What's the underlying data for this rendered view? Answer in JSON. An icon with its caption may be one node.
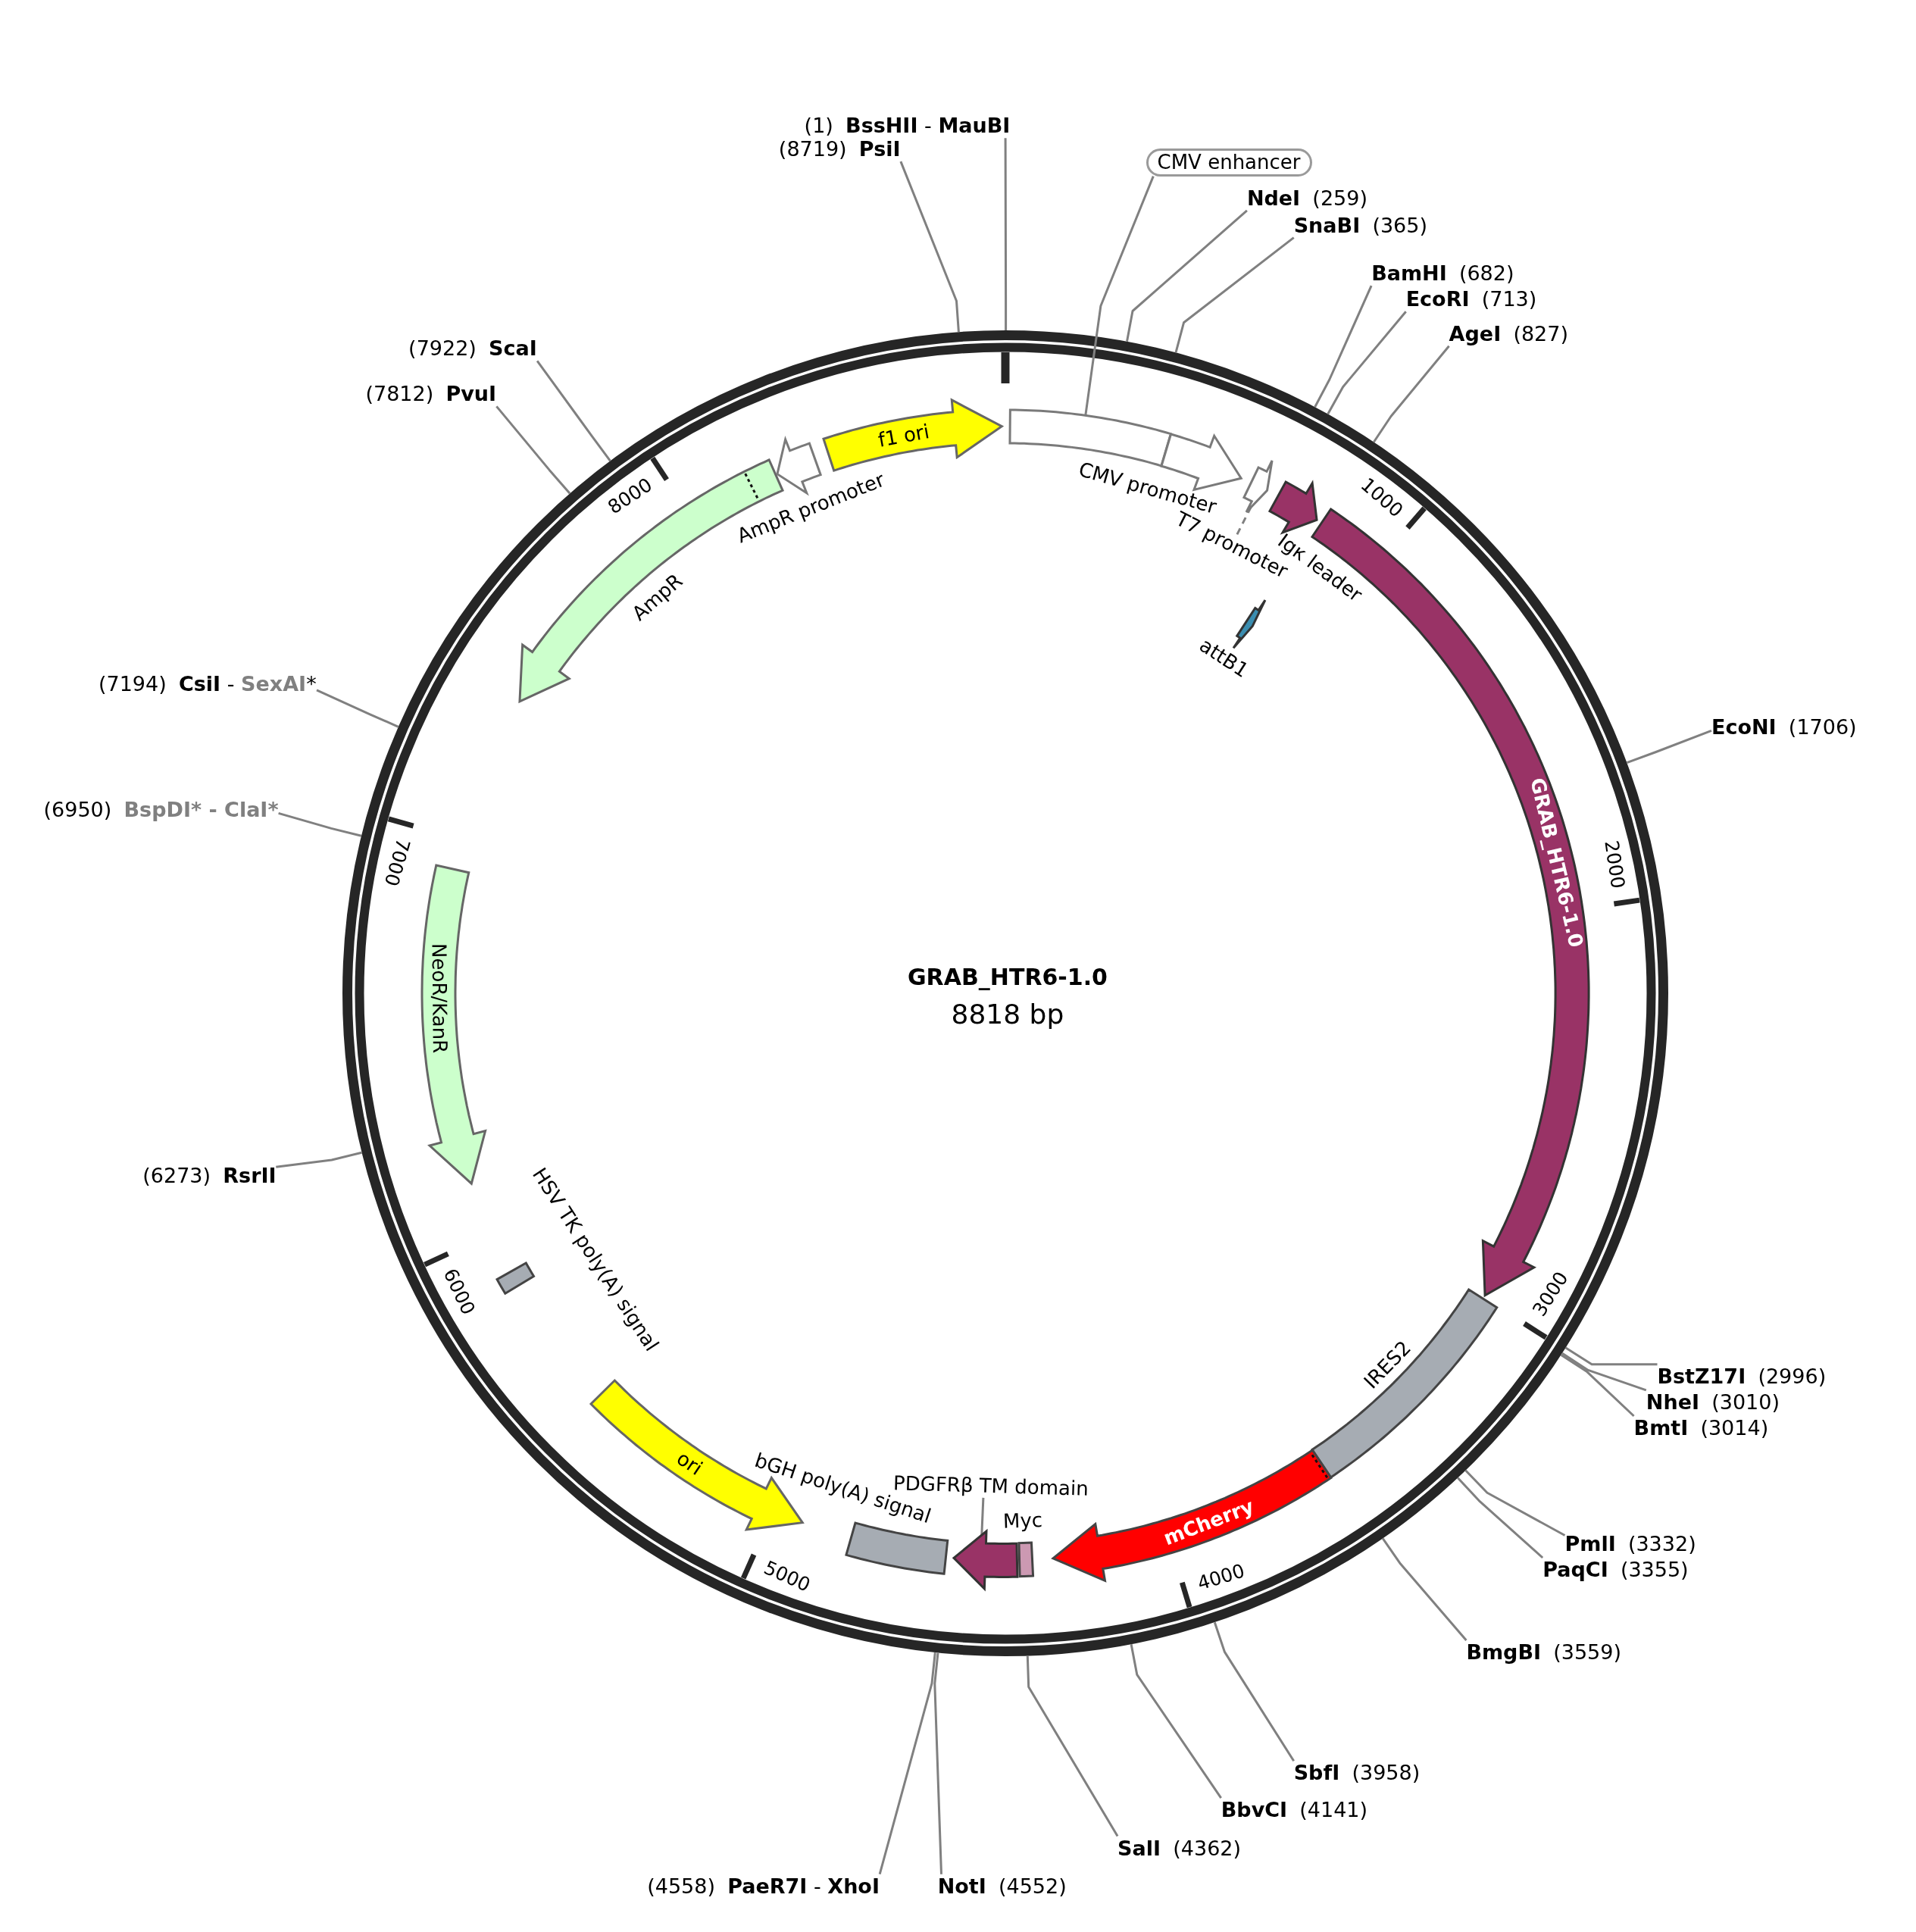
{
  "diagram": {
    "title": "GRAB_HTR6-1.0",
    "nodes": [
      {
        "text": [
          "(1)",
          "**BssHII** - **MauBI**"
        ]
      },
      {
        "text": [
          "CMV enhancer"
        ]
      },
      {
        "text": [
          "NdeI",
          "(259)"
        ]
      },
      {
        "text": [
          "SnaBI",
          "(365)"
        ]
      },
      {
        "text": [
          "BamHI",
          "(682)"
        ]
      },
      {
        "text": [
          "EcoRI",
          "(713)"
        ]
      },
      {
        "text": [
          "AgeI",
          "(827)"
        ]
      },
      {
        "text": [
          "EcoNI",
          "(1706)"
        ]
      },
      {
        "text": [
          "BstZ17I",
          "(2996)"
        ]
      },
      {
        "text": [
          "NheI",
          "(3010)"
        ]
      },
      {
        "text": [
          "BmtI",
          "(3014)"
        ]
      },
      {
        "text": [
          "PmlI",
          "(3332)"
        ]
      },
      {
        "text": [
          "PaqCI",
          "(3355)"
        ]
      },
      {
        "text": [
          "BmgBI",
          "(3559)"
        ]
      },
      {
        "text": [
          "SbfI",
          "(3958)"
        ]
      },
      {
        "text": [
          "BbvCI",
          "(4141)"
        ]
      },
      {
        "text": [
          "SalI",
          "(4362)"
        ]
      },
      {
        "text": [
          "NotI",
          "(4552)"
        ]
      },
      {
        "text": [
          "(4558)",
          "**PaeR7I** - **XhoI**"
        ]
      },
      {
        "text": [
          "(6273)",
          "RsrII"
        ]
      },
      {
        "text": [
          "(6950)",
          "BspDI* - ClaI*"
        ]
      },
      {
        "text": [
          "(7194)",
          "**CsiI** - **SexAI***"
        ]
      },
      {
        "text": [
          "(7812)",
          "PvuI"
        ]
      },
      {
        "text": [
          "(7922)",
          "ScaI"
        ]
      },
      {
        "text": [
          "(8719)",
          "PsiI"
        ]
      },
      {
        "text": [
          "T7 promoter"
        ]
      },
      {
        "text": [
          "PDGFRβ TM domain"
        ]
      },
      {
        "text": [],
        "shape": "bar"
      },
      {
        "text": [],
        "shape": "arrow",
        "beside": [
          "CMV promoter"
        ]
      },
      {
        "text": [],
        "shape": "arrow"
      },
      {
        "text": [],
        "shape": "arrow",
        "beside": [
          "Igκ leader"
        ]
      },
      {
        "text": [],
        "shape": "arrow",
        "beside": [
          "attB1"
        ]
      },
      {
        "text": [
          "GRAB_HTR6-1.0"
        ]
      },
      {
        "text": [],
        "shape": "bar",
        "beside": [
          "IRES2"
        ]
      },
      {
        "text": [
          "mCherry"
        ]
      },
      {
        "text": [],
        "shape": "bar",
        "beside": [
          "Myc"
        ]
      },
      {
        "text": [],
        "shape": "arrow"
      },
      {
        "text": [],
        "shape": "bar",
        "beside": [
          "bGH poly(A) signal"
        ]
      },
      {
        "text": [
          "ori"
        ]
      },
      {
        "text": [],
        "shape": "bar",
        "beside": [
          "HSV TK poly(A) signal"
        ]
      },
      {
        "text": [
          "NeoR/KanR"
        ]
      },
      {
        "text": [],
        "shape": "arrow",
        "beside": [
          "AmpR"
        ]
      },
      {
        "text": [],
        "shape": "arrow",
        "beside": [
          "AmpR promoter"
        ]
      },
      {
        "text": [
          "f1 ori"
        ]
      }
    ],
    "edges": [
      {
        "from": 0,
        "to": null,
        "arrow": "none"
      },
      {
        "from": 1,
        "to": 27,
        "arrow": "none"
      },
      {
        "from": 2,
        "to": null,
        "arrow": "none"
      },
      {
        "from": 3,
        "to": null,
        "arrow": "none"
      },
      {
        "from": 4,
        "to": null,
        "arrow": "none"
      },
      {
        "from": 5,
        "to": null,
        "arrow": "none"
      },
      {
        "from": 6,
        "to": null,
        "arrow": "none"
      },
      {
        "from": 7,
        "to": null,
        "arrow": "none"
      },
      {
        "from": 8,
        "to": null,
        "arrow": "none"
      },
      {
        "from": 9,
        "to": null,
        "arrow": "none"
      },
      {
        "from": 10,
        "to": null,
        "arrow": "none"
      },
      {
        "from": 11,
        "to": null,
        "arrow": "none"
      },
      {
        "from": 12,
        "to": null,
        "arrow": "none"
      },
      {
        "from": 13,
        "to": null,
        "arrow": "none"
      },
      {
        "from": 14,
        "to": null,
        "arrow": "none"
      },
      {
        "from": 15,
        "to": null,
        "arrow": "none"
      },
      {
        "from": 16,
        "to": null,
        "arrow": "none"
      },
      {
        "from": 17,
        "to": null,
        "arrow": "none"
      },
      {
        "from": 18,
        "to": null,
        "arrow": "none"
      },
      {
        "from": 19,
        "to": null,
        "arrow": "none"
      },
      {
        "from": 20,
        "to": null,
        "arrow": "none"
      },
      {
        "from": 21,
        "to": null,
        "arrow": "none"
      },
      {
        "from": 22,
        "to": null,
        "arrow": "none"
      },
      {
        "from": 23,
        "to": null,
        "arrow": "none"
      },
      {
        "from": 24,
        "to": null,
        "arrow": "none"
      },
      {
        "from": 25,
        "to": 29,
        "arrow": "none",
        "style": "dashed"
      },
      {
        "from": 26,
        "to": 36,
        "arrow": "none"
      }
    ],
    "labels": [
      "8818 bp",
      "1000",
      "2000",
      "3000",
      "4000",
      "5000",
      "6000",
      "7000",
      "8000"
    ]
  }
}
